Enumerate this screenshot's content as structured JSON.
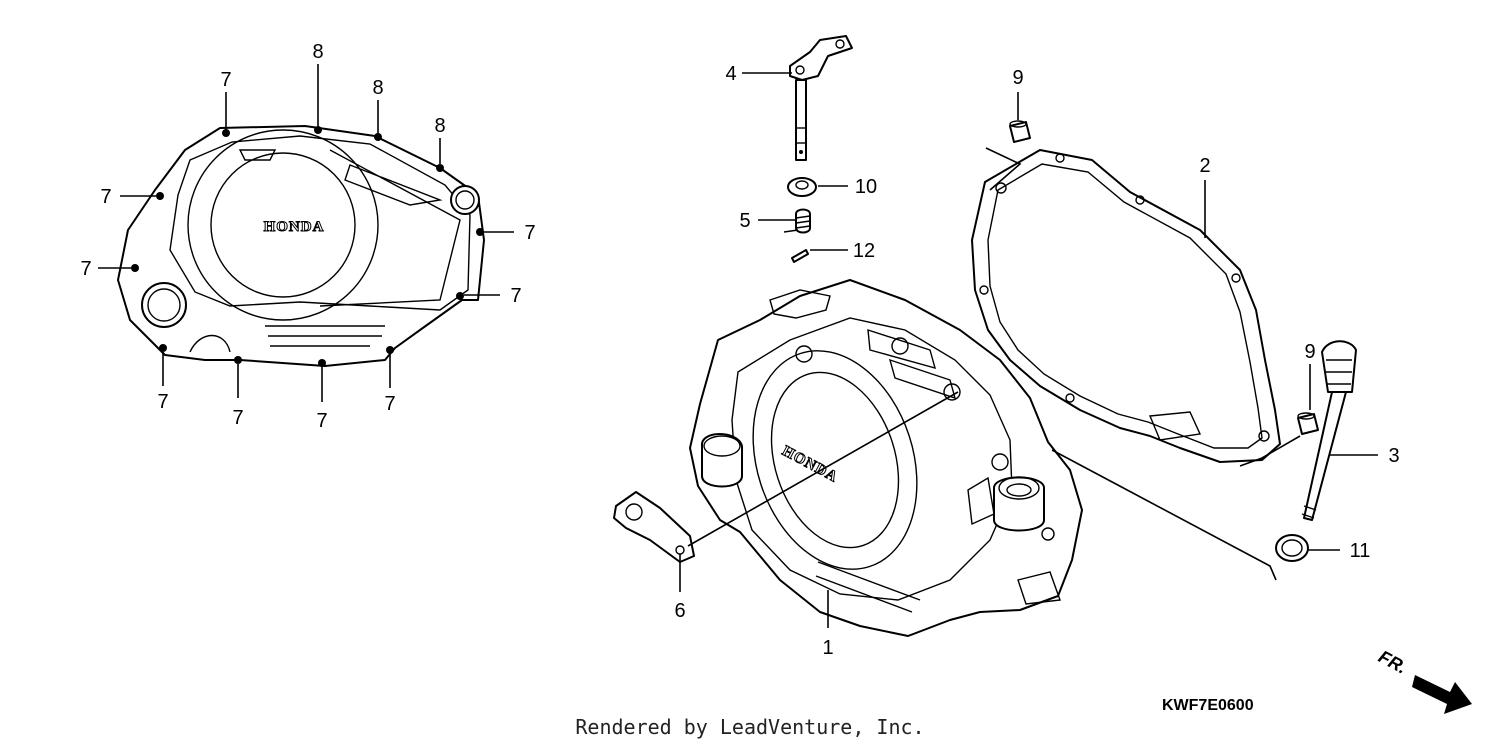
{
  "callouts": {
    "c1": "1",
    "c2": "2",
    "c3": "3",
    "c4": "4",
    "c5": "5",
    "c6": "6",
    "c7": "7",
    "c8": "8",
    "c9": "9",
    "c10": "10",
    "c11": "11",
    "c12": "12"
  },
  "brand_text": "HONDA",
  "orientation_label": "FR.",
  "diagram_code": "KWF7E0600",
  "footer_credit": "Rendered by LeadVenture, Inc."
}
